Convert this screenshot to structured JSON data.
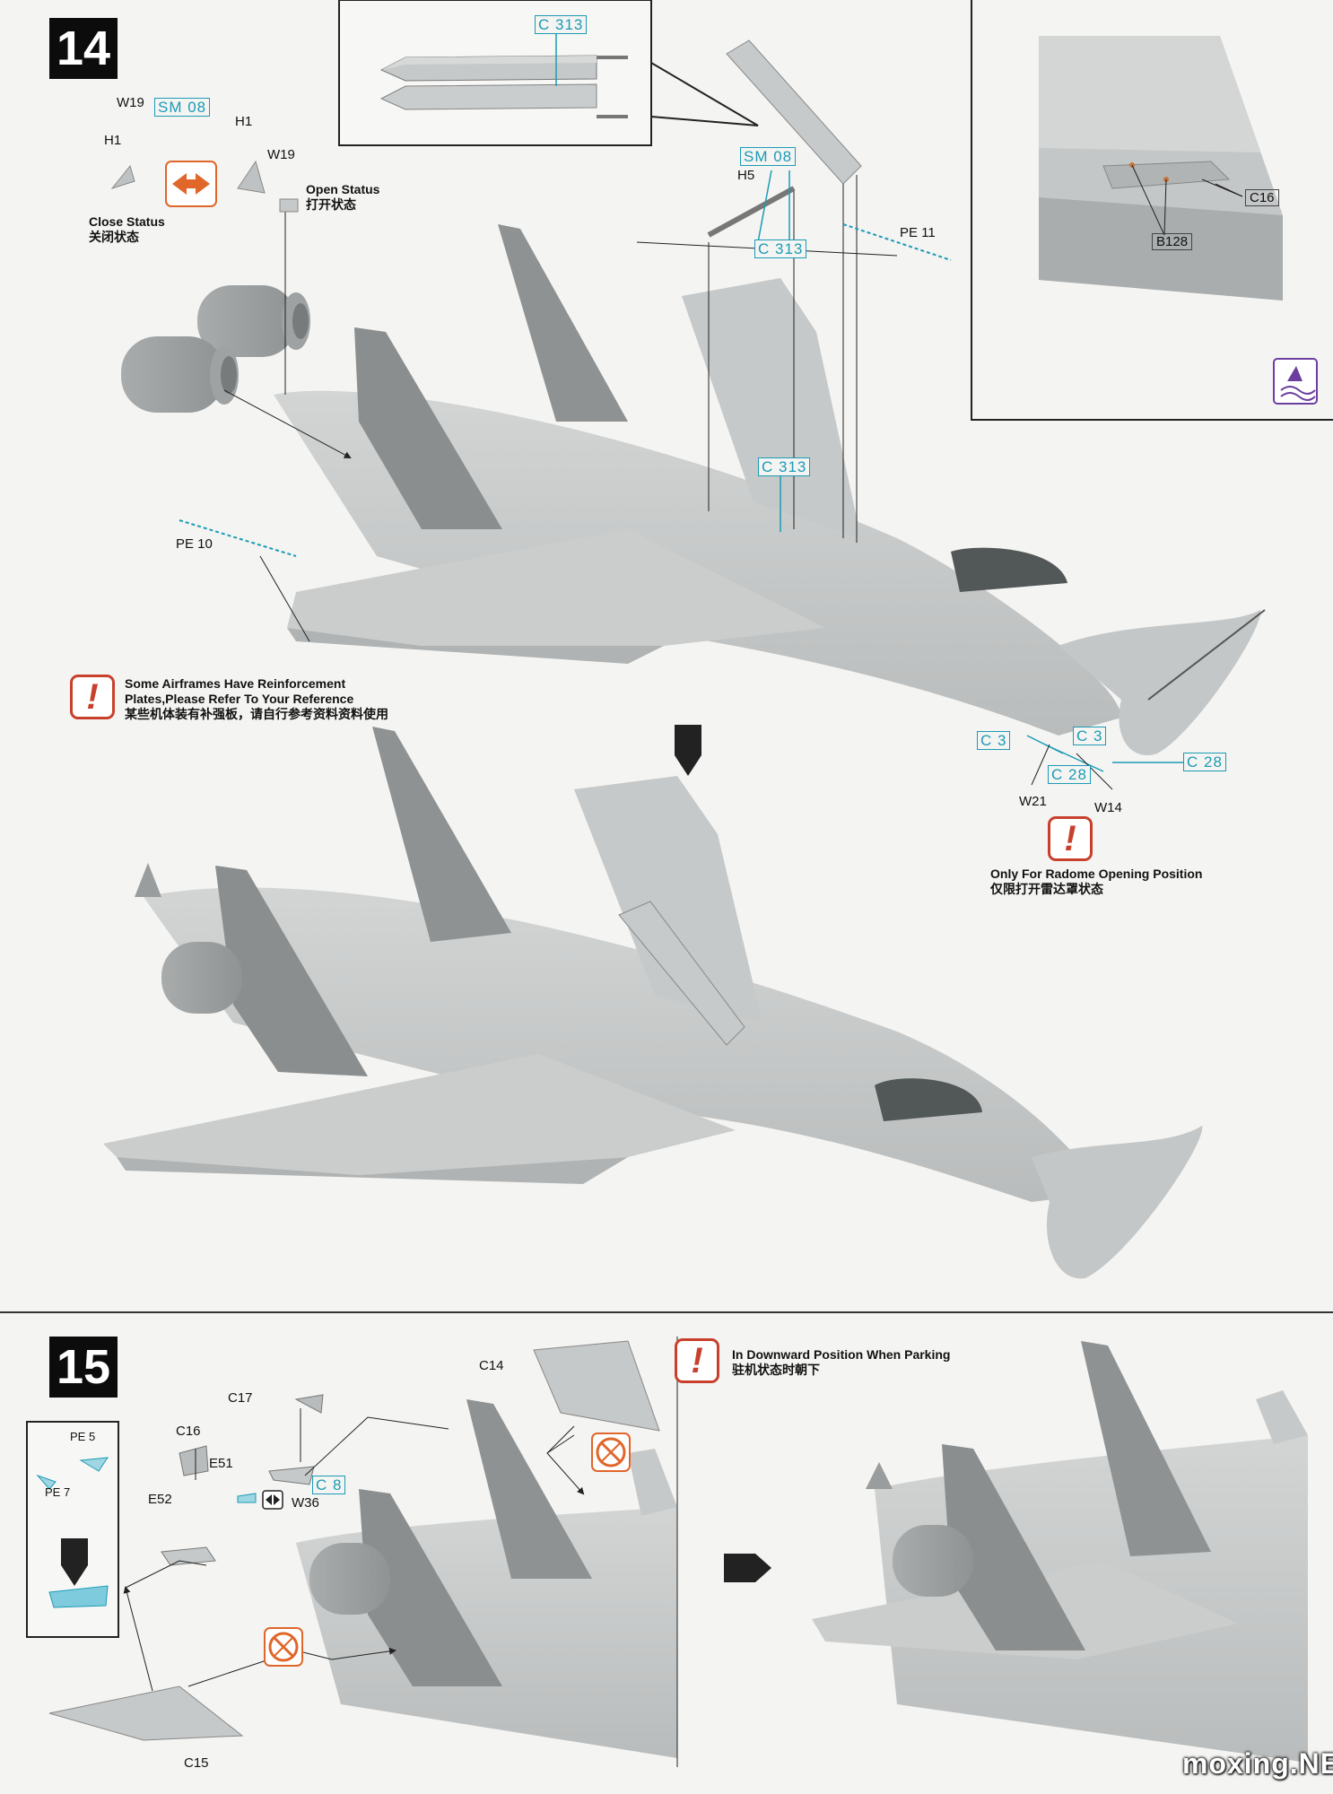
{
  "step14": {
    "number": "14",
    "labels": {
      "w19_top": "W19",
      "sm08_top": "SM 08",
      "h1_left": "H1",
      "h1_right": "H1",
      "w19_right": "W19",
      "h5": "H5",
      "sm08_mid": "SM 08",
      "c313_inset": "C 313",
      "c313_mid": "C 313",
      "c313_body": "C 313",
      "pe11": "PE 11",
      "pe10": "PE 10",
      "c16": "C16",
      "b128": "B128",
      "c3_left": "C 3",
      "c3_right": "C 3",
      "c28_left": "C 28",
      "c28_right": "C 28",
      "w21": "W21",
      "w14": "W14"
    },
    "close_status": {
      "en": "Close Status",
      "cn": "关闭状态"
    },
    "open_status": {
      "en": "Open Status",
      "cn": "打开状态"
    },
    "reinforcement_note": {
      "line1": "Some Airframes Have Reinforcement",
      "line2": "Plates,Please Refer To Your Reference",
      "cn": "某些机体装有补强板，请自行参考资料资料使用"
    },
    "radome_note": {
      "en": "Only For Radome Opening Position",
      "cn": "仅限打开雷达罩状态"
    }
  },
  "step15": {
    "number": "15",
    "labels": {
      "pe5": "PE 5",
      "pe7": "PE 7",
      "c14": "C14",
      "c17": "C17",
      "c16": "C16",
      "e51": "E51",
      "c8": "C 8",
      "w36": "W36",
      "e52": "E52",
      "c15": "C15"
    },
    "parking_note": {
      "en": "In Downward Position When Parking",
      "cn": "驻机状态时朝下"
    }
  },
  "watermark": "moxing.NET",
  "colors": {
    "callout_blue": "#1b9bb5",
    "warning_red": "#c8402c",
    "orange_arrow": "#e0662a",
    "aircraft_gray": "#c9cbcb"
  }
}
